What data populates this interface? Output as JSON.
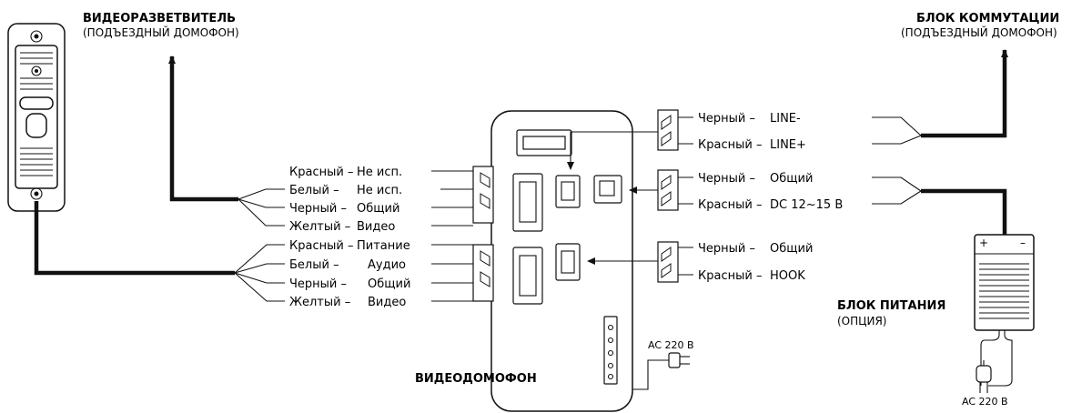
{
  "devices": {
    "splitter": {
      "title": "ВИДЕОРАЗВЕТВИТЕЛЬ",
      "subtitle": "(ПОДЪЕЗДНЫЙ ДОМОФОН)"
    },
    "switch_block": {
      "title": "БЛОК КОММУТАЦИИ",
      "subtitle": "(ПОДЪЕЗДНЫЙ ДОМОФОН)"
    },
    "monitor": {
      "title": "ВИДЕОДОМОФОН"
    },
    "power_supply": {
      "title": "БЛОК ПИТАНИЯ",
      "subtitle": "(ОПЦИЯ)",
      "plus": "+",
      "minus": "–"
    }
  },
  "mains": {
    "monitor_label": "AC 220 В",
    "psu_label": "AC 220 В"
  },
  "left_group_1": [
    {
      "color": "Красный –",
      "purpose": "Не исп."
    },
    {
      "color": "Белый –",
      "purpose": "Не исп."
    },
    {
      "color": "Черный –",
      "purpose": "Общий"
    },
    {
      "color": "Желтый –",
      "purpose": "Видео"
    }
  ],
  "left_group_2": [
    {
      "color": "Красный –",
      "purpose": "Питание"
    },
    {
      "color": "Белый –",
      "purpose": "Аудио"
    },
    {
      "color": "Черный –",
      "purpose": "Общий"
    },
    {
      "color": "Желтый –",
      "purpose": "Видео"
    }
  ],
  "right_group_1": [
    {
      "color": "Черный –",
      "purpose": "LINE-"
    },
    {
      "color": "Красный –",
      "purpose": "LINE+"
    }
  ],
  "right_group_2": [
    {
      "color": "Черный –",
      "purpose": "Общий"
    },
    {
      "color": "Красный –",
      "purpose": "DC 12~15 В"
    }
  ],
  "right_group_3": [
    {
      "color": "Черный –",
      "purpose": "Общий"
    },
    {
      "color": "Красный –",
      "purpose": "HOOK"
    }
  ]
}
